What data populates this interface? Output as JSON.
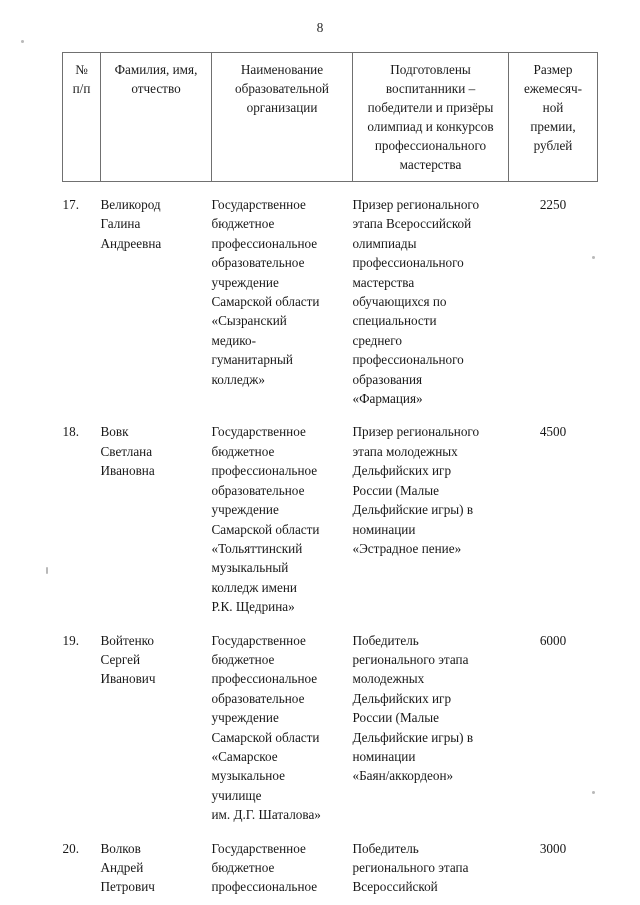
{
  "document": {
    "page_number": "8",
    "language": "ru"
  },
  "table": {
    "headers": [
      {
        "id": "num",
        "lines": [
          "№",
          "п/п"
        ]
      },
      {
        "id": "name",
        "lines": [
          "Фамилия, имя,",
          "отчество"
        ]
      },
      {
        "id": "org",
        "lines": [
          "Наименование",
          "образовательной",
          "организации"
        ]
      },
      {
        "id": "achievement",
        "lines": [
          "Подготовлены",
          "воспитанники –",
          "победители и призёры",
          "олимпиад и конкурсов",
          "профессионального",
          "мастерства"
        ]
      },
      {
        "id": "amount",
        "lines": [
          "Размер",
          "ежемесяч-",
          "ной",
          "премии,",
          "рублей"
        ]
      }
    ],
    "rows": [
      {
        "num": "17.",
        "name": [
          "Великород",
          "Галина",
          "Андреевна"
        ],
        "org": [
          "Государственное",
          "бюджетное",
          "профессиональное",
          "образовательное",
          "учреждение",
          "Самарской области",
          "«Сызранский",
          "медико-",
          "гуманитарный",
          "колледж»"
        ],
        "achievement": [
          "Призер регионального",
          "этапа Всероссийской",
          "олимпиады",
          "профессионального",
          "мастерства",
          "обучающихся по",
          "специальности",
          "среднего",
          "профессионального",
          "образования",
          "«Фармация»"
        ],
        "amount": "2250"
      },
      {
        "num": "18.",
        "name": [
          "Вовк",
          "Светлана",
          "Ивановна"
        ],
        "org": [
          "Государственное",
          "бюджетное",
          "профессиональное",
          "образовательное",
          "учреждение",
          "Самарской области",
          "«Тольяттинский",
          "музыкальный",
          "колледж имени",
          "Р.К. Щедрина»"
        ],
        "achievement": [
          "Призер регионального",
          "этапа молодежных",
          "Дельфийских игр",
          "России (Малые",
          "Дельфийские игры) в",
          "номинации",
          "«Эстрадное пение»"
        ],
        "amount": "4500"
      },
      {
        "num": "19.",
        "name": [
          "Войтенко",
          "Сергей",
          "Иванович"
        ],
        "org": [
          "Государственное",
          "бюджетное",
          "профессиональное",
          "образовательное",
          "учреждение",
          "Самарской области",
          "«Самарское",
          "музыкальное",
          "училище",
          "им. Д.Г. Шаталова»"
        ],
        "achievement": [
          "Победитель",
          "регионального этапа",
          "молодежных",
          "Дельфийских игр",
          "России (Малые",
          "Дельфийские игры) в",
          "номинации",
          "«Баян/аккордеон»"
        ],
        "amount": "6000"
      },
      {
        "num": "20.",
        "name": [
          "Волков",
          "Андрей",
          "Петрович"
        ],
        "org": [
          "Государственное",
          "бюджетное",
          "профессиональное"
        ],
        "achievement": [
          "Победитель",
          "регионального этапа",
          "Всероссийской"
        ],
        "amount": "3000"
      }
    ]
  }
}
